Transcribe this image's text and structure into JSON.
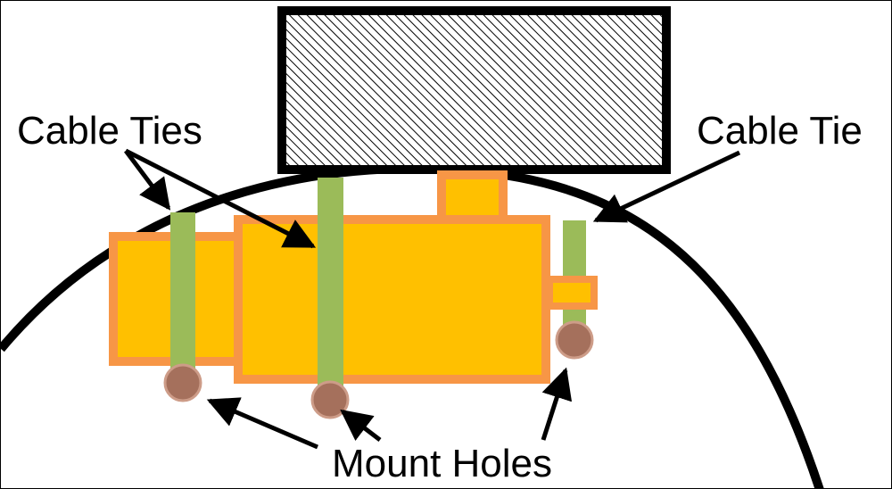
{
  "labels": {
    "cable_ties": "Cable Ties",
    "cable_tie": "Cable Tie",
    "mount_holes": "Mount Holes"
  },
  "colors": {
    "outline": "#000000",
    "camera_body": "#ffc000",
    "camera_border": "#f79646",
    "cable_tie": "#9bbb59",
    "mount_hole": "#a5705c",
    "mount_hole_border": "#cd9c88",
    "hatch": "#000000"
  }
}
